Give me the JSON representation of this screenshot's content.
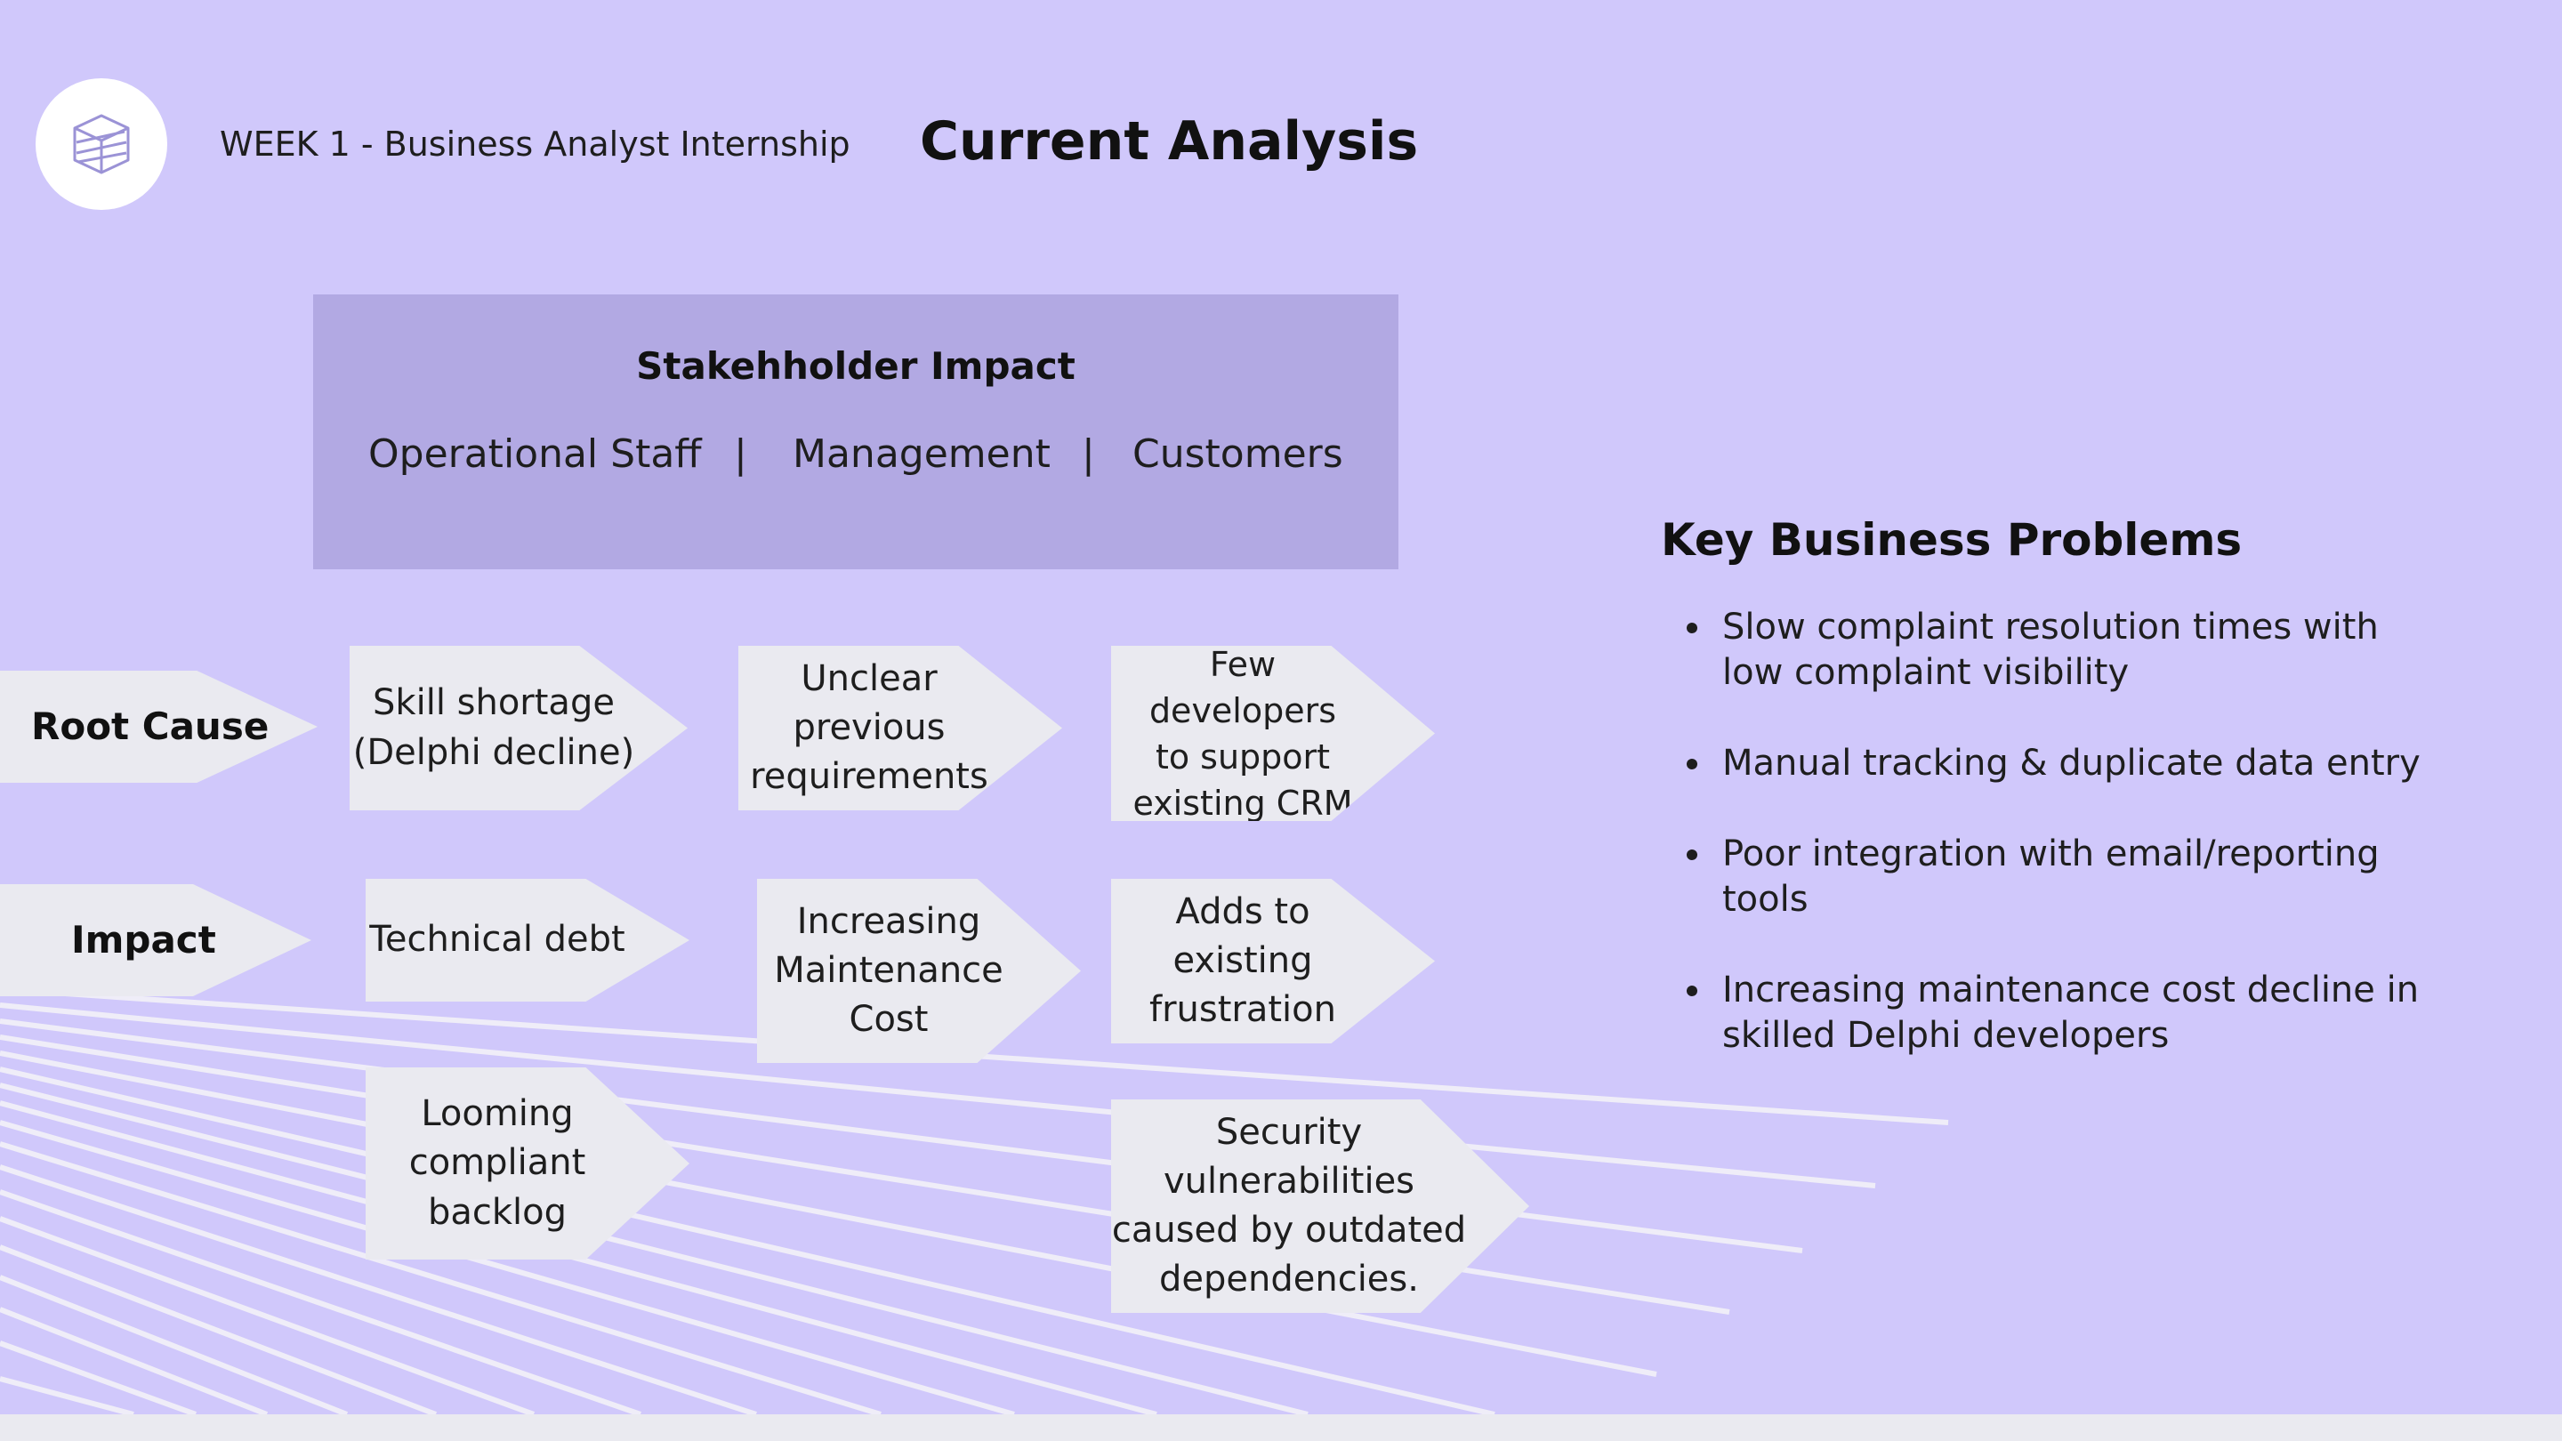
{
  "header": {
    "logo_icon": "cube-logo-icon",
    "subtitle": "WEEK 1 - Business Analyst Internship",
    "title": "Current Analysis"
  },
  "stakeholder": {
    "title": "Stakehholder Impact",
    "items": [
      "Operational Staff",
      "Management",
      "Customers"
    ],
    "separator": "|"
  },
  "rows": {
    "root_cause": {
      "label": "Root Cause",
      "items": [
        [
          "Skill shortage",
          "(Delphi decline)"
        ],
        [
          "Unclear",
          "previous",
          "requirements"
        ],
        [
          "Few developers",
          "to support",
          "existing CRM"
        ]
      ]
    },
    "impact": {
      "label": "Impact",
      "items": [
        [
          "Technical debt"
        ],
        [
          "Increasing",
          "Maintenance",
          "Cost"
        ],
        [
          "Adds to",
          "existing",
          "frustration"
        ]
      ]
    },
    "extra": {
      "items": [
        [
          "Looming",
          "compliant",
          "backlog"
        ],
        [
          "Security",
          "vulnerabilities",
          "caused by outdated",
          "dependencies."
        ]
      ]
    }
  },
  "key_problems": {
    "title": "Key Business Problems",
    "items": [
      "Slow complaint resolution times with low complaint visibility",
      "Manual tracking & duplicate data entry",
      "Poor integration with email/reporting tools",
      "Increasing maintenance cost decline in skilled Delphi developers"
    ]
  },
  "colors": {
    "background": "#d0c8fb",
    "stakeholder_box": "#b2a9e3",
    "arrow_fill": "#eaeaf0",
    "footer_strip": "#eaeaf0"
  }
}
